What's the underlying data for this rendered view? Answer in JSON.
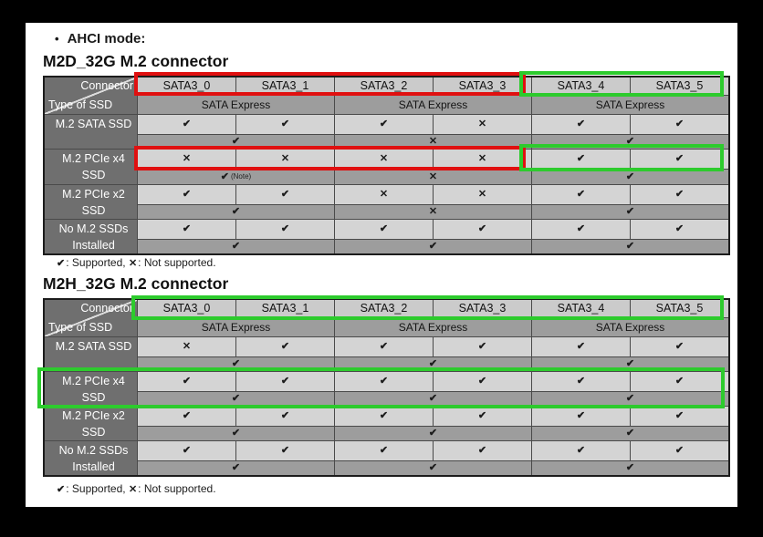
{
  "colors": {
    "highlight_red": "#e01010",
    "highlight_green": "#2dcb2d",
    "label_cell_bg": "#6f6f6f",
    "column_header_bg": "#cbcbcb",
    "data_cell_bg": "#d4d4d4",
    "band_cell_bg": "#9d9d9d",
    "page_bg": "#ffffff",
    "frame_bg": "#000000"
  },
  "mode_heading": {
    "bullet": "•",
    "text": "AHCI mode:"
  },
  "marks": {
    "supported": "✔",
    "not_supported": "✕"
  },
  "tables": [
    {
      "id": "m2d",
      "heading": "M2D_32G M.2 connector",
      "corner": {
        "top_label": "Connector",
        "bottom_label": "Type of SSD"
      },
      "columns": [
        "SATA3_0",
        "SATA3_1",
        "SATA3_2",
        "SATA3_3",
        "SATA3_4",
        "SATA3_5"
      ],
      "express_labels": [
        "SATA Express",
        "SATA Express",
        "SATA Express"
      ],
      "rows": [
        {
          "label": [
            "M.2 SATA SSD"
          ],
          "cells": [
            "✔",
            "✔",
            "✔",
            "✕",
            "✔",
            "✔"
          ],
          "pairs": [
            "✔",
            "✕",
            "✔"
          ],
          "pair_notes": [
            "",
            "",
            ""
          ]
        },
        {
          "label": [
            "M.2 PCIe x4",
            "SSD"
          ],
          "cells": [
            "✕",
            "✕",
            "✕",
            "✕",
            "✔",
            "✔"
          ],
          "pairs": [
            "✔",
            "✕",
            "✔"
          ],
          "pair_notes": [
            "(Note)",
            "",
            ""
          ]
        },
        {
          "label": [
            "M.2 PCIe x2",
            "SSD"
          ],
          "cells": [
            "✔",
            "✔",
            "✕",
            "✕",
            "✔",
            "✔"
          ],
          "pairs": [
            "✔",
            "✕",
            "✔"
          ],
          "pair_notes": [
            "",
            "",
            ""
          ]
        },
        {
          "label": [
            "No M.2 SSDs",
            "Installed"
          ],
          "cells": [
            "✔",
            "✔",
            "✔",
            "✔",
            "✔",
            "✔"
          ],
          "pairs": [
            "✔",
            "✔",
            "✔"
          ],
          "pair_notes": [
            "",
            "",
            ""
          ]
        }
      ],
      "legend": {
        "check_icon": "✔",
        "check_text": ": Supported, ",
        "x_icon": "✕",
        "x_text": ": Not supported."
      }
    },
    {
      "id": "m2h",
      "heading": "M2H_32G M.2 connector",
      "corner": {
        "top_label": "Connector",
        "bottom_label": "Type of SSD"
      },
      "columns": [
        "SATA3_0",
        "SATA3_1",
        "SATA3_2",
        "SATA3_3",
        "SATA3_4",
        "SATA3_5"
      ],
      "express_labels": [
        "SATA Express",
        "SATA Express",
        "SATA Express"
      ],
      "rows": [
        {
          "label": [
            "M.2 SATA SSD"
          ],
          "cells": [
            "✕",
            "✔",
            "✔",
            "✔",
            "✔",
            "✔"
          ],
          "pairs": [
            "✔",
            "✔",
            "✔"
          ],
          "pair_notes": [
            "",
            "",
            ""
          ]
        },
        {
          "label": [
            "M.2 PCIe x4",
            "SSD"
          ],
          "cells": [
            "✔",
            "✔",
            "✔",
            "✔",
            "✔",
            "✔"
          ],
          "pairs": [
            "✔",
            "✔",
            "✔"
          ],
          "pair_notes": [
            "",
            "",
            ""
          ]
        },
        {
          "label": [
            "M.2 PCIe x2",
            "SSD"
          ],
          "cells": [
            "✔",
            "✔",
            "✔",
            "✔",
            "✔",
            "✔"
          ],
          "pairs": [
            "✔",
            "✔",
            "✔"
          ],
          "pair_notes": [
            "",
            "",
            ""
          ]
        },
        {
          "label": [
            "No M.2 SSDs",
            "Installed"
          ],
          "cells": [
            "✔",
            "✔",
            "✔",
            "✔",
            "✔",
            "✔"
          ],
          "pairs": [
            "✔",
            "✔",
            "✔"
          ],
          "pair_notes": [
            "",
            "",
            ""
          ]
        }
      ],
      "legend": {
        "check_icon": "✔",
        "check_text": ": Supported, ",
        "x_icon": "✕",
        "x_text": ": Not supported."
      }
    }
  ],
  "highlights": [
    {
      "id": "hl-m2d-header-red",
      "table": "m2d",
      "region": "header-sata3_0-to-sata3_3",
      "color": "red"
    },
    {
      "id": "hl-m2d-header-green",
      "table": "m2d",
      "region": "header-sata3_4-to-sata3_5",
      "color": "green"
    },
    {
      "id": "hl-m2d-pcie4-red",
      "table": "m2d",
      "region": "m2-pcie-x4-row-sata3_0-to-sata3_3",
      "color": "red"
    },
    {
      "id": "hl-m2d-pcie4-green",
      "table": "m2d",
      "region": "m2-pcie-x4-row-sata3_4-to-sata3_5",
      "color": "green"
    },
    {
      "id": "hl-m2h-header-green",
      "table": "m2h",
      "region": "header-sata3_0-to-sata3_5",
      "color": "green"
    },
    {
      "id": "hl-m2h-pcie4-green",
      "table": "m2h",
      "region": "m2-pcie-x4-full-row",
      "color": "green"
    }
  ]
}
